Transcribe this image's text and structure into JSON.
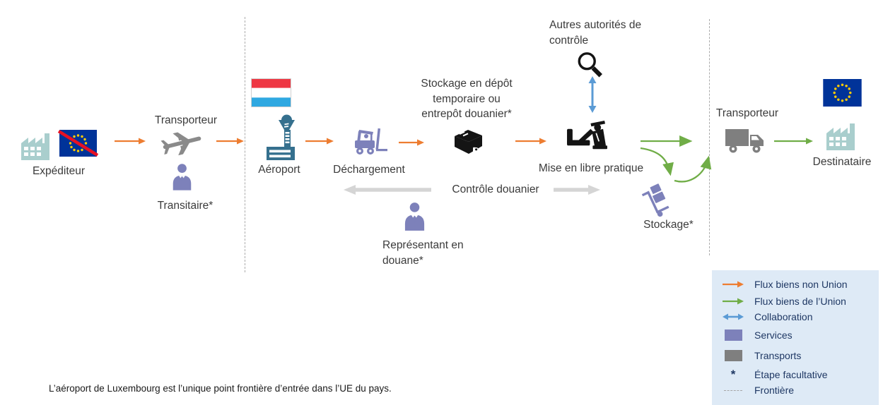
{
  "flow": {
    "expediteur": {
      "label": "Expéditeur"
    },
    "transporteur_amont": {
      "label": "Transporteur"
    },
    "transitaire": {
      "label": "Transitaire*"
    },
    "aeroport": {
      "label": "Aéroport"
    },
    "dechargement": {
      "label": "Déchargement"
    },
    "stockage_depot": {
      "label": "Stockage en dépôt temporaire ou entrepôt douanier*"
    },
    "autres_autorites": {
      "label": "Autres autorités de contrôle"
    },
    "mise_en_libre_pratique": {
      "label": "Mise en libre pratique"
    },
    "controle_douanier": {
      "label": "Contrôle douanier"
    },
    "representant_douane": {
      "label": "Représentant en douane*"
    },
    "stockage": {
      "label": "Stockage*"
    },
    "transporteur_aval": {
      "label": "Transporteur"
    },
    "destinataire": {
      "label": "Destinataire"
    }
  },
  "legend": {
    "items": [
      {
        "symbol": "orange-arrow",
        "label": "Flux biens non Union"
      },
      {
        "symbol": "green-arrow",
        "label": "Flux biens de l’Union"
      },
      {
        "symbol": "blue-double-arrow",
        "label": "Collaboration"
      },
      {
        "symbol": "purple-square",
        "label": "Services"
      },
      {
        "symbol": "gray-square",
        "label": "Transports"
      },
      {
        "symbol": "asterisk",
        "label": "Étape facultative"
      },
      {
        "symbol": "dashed-line",
        "label": "Frontière"
      }
    ],
    "asterisk_symbol": "*"
  },
  "footnote": "L’aéroport de Luxembourg est l’unique point frontière d’entrée dans l’UE du pays.",
  "colors": {
    "flux_biens_non_union": "#ED7D31",
    "flux_biens_union": "#70AD47",
    "collaboration": "#5B9BD5",
    "services": "#7D81BA",
    "transports": "#7F7F7F",
    "legend_background": "#DEEAF6",
    "frontier_dash": "#ABABAB"
  }
}
